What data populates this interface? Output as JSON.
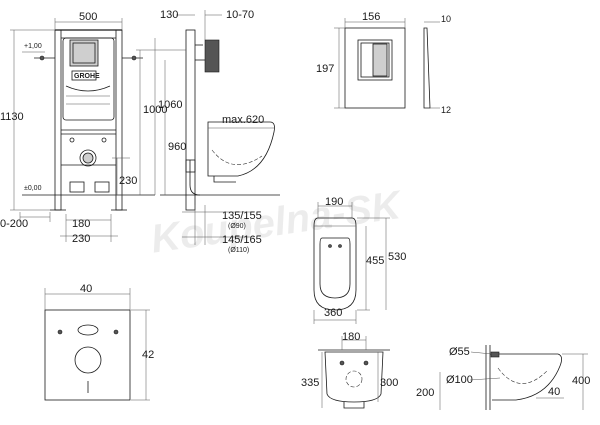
{
  "watermark": "Koupelna-SK",
  "frame_view": {
    "width": "500",
    "height_total": "1130",
    "level_top": "+1,00",
    "level_floor": "±0,00",
    "offset_range": "0-200",
    "gap_180": "180",
    "gap_230_bottom": "230",
    "pipe_230": "230",
    "brand": "GROHE"
  },
  "side_view": {
    "depth_130": "130",
    "offset_10_70": "10-70",
    "height_1060": "1060",
    "height_1000": "1000",
    "height_960": "960",
    "max_620": "max.620",
    "drain_1": "135/155",
    "drain_1_sub": "(Ø90)",
    "drain_2": "145/165",
    "drain_2_sub": "(Ø110)"
  },
  "flush_plate": {
    "width": "156",
    "height": "197",
    "thickness_top": "10",
    "thickness_bottom": "12"
  },
  "toilet_top": {
    "width_top": "190",
    "width_bottom": "360",
    "length_455": "455",
    "length_530": "530"
  },
  "gasket": {
    "width": "40",
    "height": "42"
  },
  "toilet_back": {
    "width_180": "180",
    "height_335": "335",
    "height_300": "300"
  },
  "toilet_side": {
    "dia_55": "Ø55",
    "dia_100": "Ø100",
    "height_200": "200",
    "height_400": "400",
    "offset_40": "40"
  }
}
